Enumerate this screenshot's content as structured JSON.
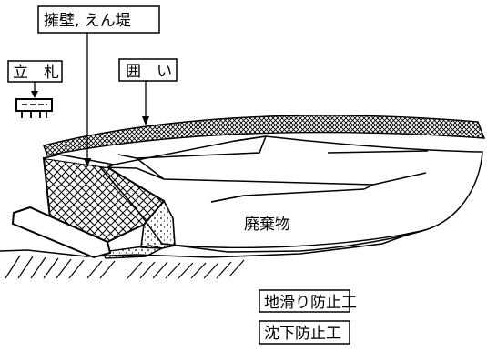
{
  "labels": {
    "retaining_wall": "擁壁, えん堤",
    "signboard": "立　札",
    "enclosure": "囲　い",
    "waste": "廃棄物",
    "landslide_prevention": "地滑り防止工",
    "subsidence_prevention": "沈下防止工"
  }
}
